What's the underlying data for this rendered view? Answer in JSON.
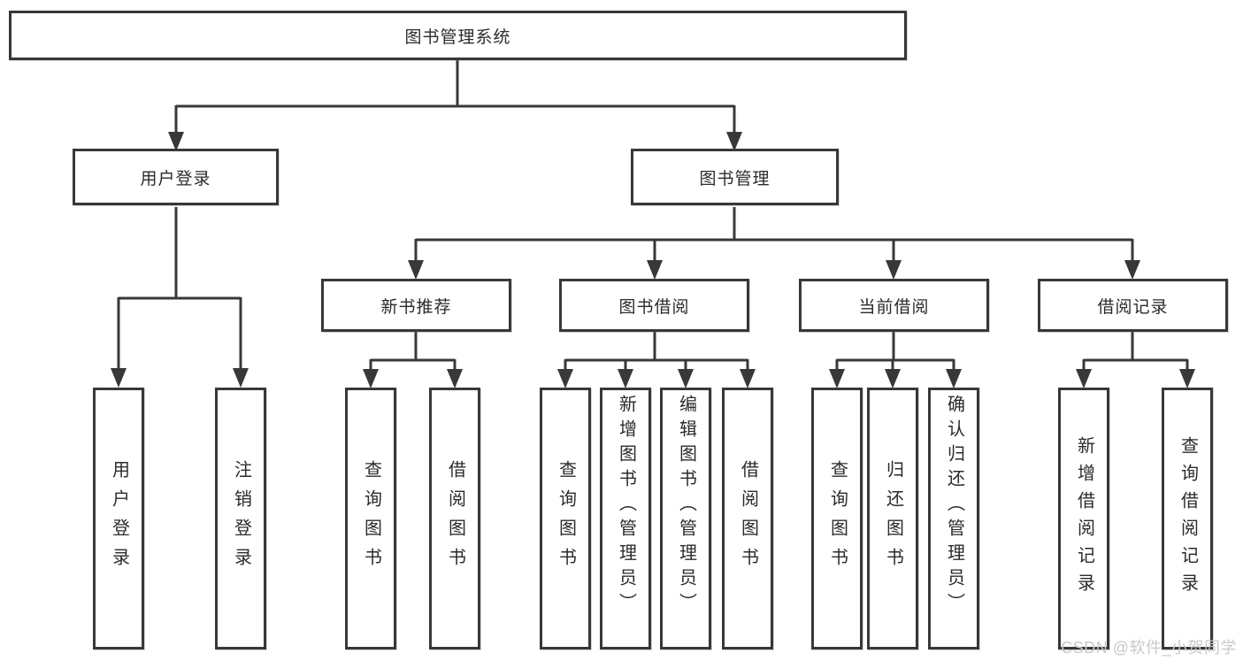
{
  "diagram": {
    "colors": {
      "line": "#383838",
      "box_border": "#383838",
      "text": "#2b2b2b",
      "background": "#ffffff",
      "watermark": "#c9c9c9"
    },
    "root": {
      "label": "图书管理系统"
    },
    "level2": [
      {
        "label": "用户登录"
      },
      {
        "label": "图书管理"
      }
    ],
    "level3": [
      {
        "label": "新书推荐",
        "parent": "图书管理"
      },
      {
        "label": "图书借阅",
        "parent": "图书管理"
      },
      {
        "label": "当前借阅",
        "parent": "图书管理"
      },
      {
        "label": "借阅记录",
        "parent": "图书管理"
      }
    ],
    "leaves": [
      {
        "label": "用户登录",
        "parent": "用户登录"
      },
      {
        "label": "注销登录",
        "parent": "用户登录"
      },
      {
        "label": "查询图书",
        "parent": "新书推荐"
      },
      {
        "label": "借阅图书",
        "parent": "新书推荐"
      },
      {
        "label": "查询图书",
        "parent": "图书借阅"
      },
      {
        "label": "新增图书（管理员）",
        "parent": "图书借阅"
      },
      {
        "label": "编辑图书（管理员）",
        "parent": "图书借阅"
      },
      {
        "label": "借阅图书",
        "parent": "图书借阅"
      },
      {
        "label": "查询图书",
        "parent": "当前借阅"
      },
      {
        "label": "归还图书",
        "parent": "当前借阅"
      },
      {
        "label": "确认归还（管理员）",
        "parent": "当前借阅"
      },
      {
        "label": "新增借阅记录",
        "parent": "借阅记录"
      },
      {
        "label": "查询借阅记录",
        "parent": "借阅记录"
      }
    ]
  },
  "watermark": {
    "text": "CSDN @软件_小贺同学"
  }
}
